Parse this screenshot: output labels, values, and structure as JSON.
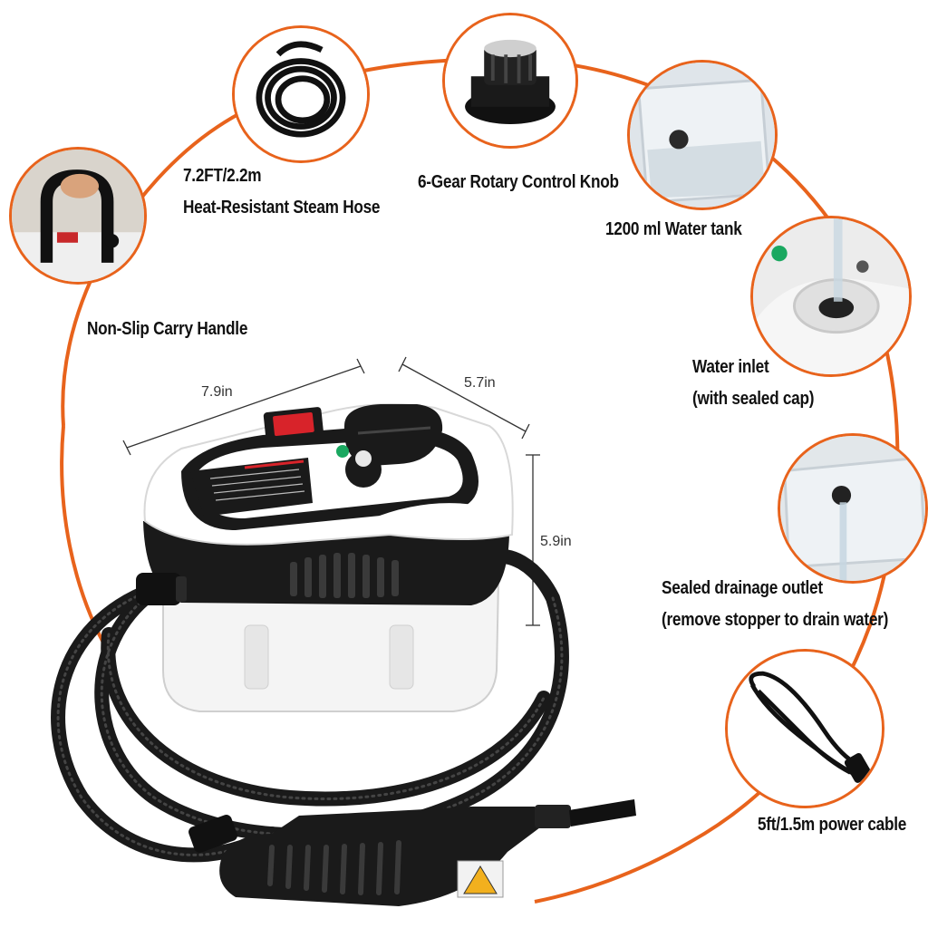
{
  "features": {
    "hose": {
      "label_line1": "7.2FT/2.2m",
      "label_line2": "Heat-Resistant Steam Hose"
    },
    "knob": {
      "label": "6-Gear Rotary Control Knob"
    },
    "tank": {
      "label": "1200 ml Water tank"
    },
    "handle": {
      "label": "Non-Slip Carry Handle"
    },
    "inlet": {
      "label_line1": "Water inlet",
      "label_line2": "(with sealed cap)"
    },
    "drain": {
      "label_line1": "Sealed drainage outlet",
      "label_line2": "(remove stopper to drain water)"
    },
    "cable": {
      "label": "5ft/1.5m power cable"
    }
  },
  "dimensions": {
    "width": "7.9in",
    "depth": "5.7in",
    "height": "5.9in"
  },
  "colors": {
    "accent": "#e8631c",
    "body_black": "#1a1a1a",
    "body_white": "#ffffff",
    "switch_red": "#d8232a",
    "indicator_green": "#1aa860"
  }
}
